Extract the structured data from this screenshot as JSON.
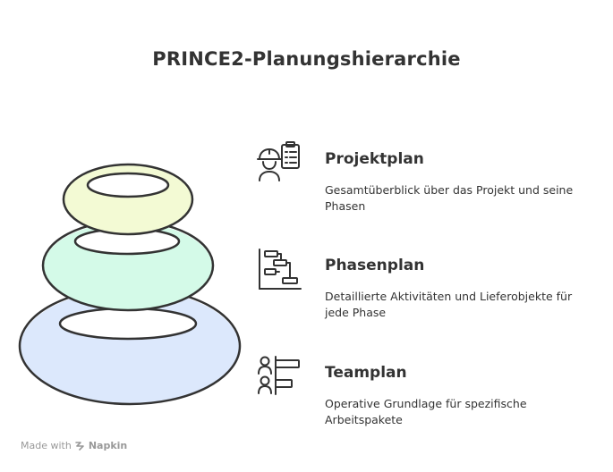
{
  "title": "PRINCE2-Planungshierarchie",
  "items": [
    {
      "title": "Projektplan",
      "desc": "Gesamtüberblick über das Projekt und seine Phasen",
      "icon": "engineer-clipboard-icon",
      "color": "#f3fad4"
    },
    {
      "title": "Phasenplan",
      "desc": "Detaillierte Aktivitäten und Lieferobjekte für jede Phase",
      "icon": "gantt-chart-icon",
      "color": "#d4fae8"
    },
    {
      "title": "Teamplan",
      "desc": "Operative Grundlage für spezifische Arbeitspakete",
      "icon": "team-assignment-icon",
      "color": "#dce8fc"
    }
  ],
  "footer": {
    "prefix": "Made with",
    "brand": "Napkin",
    "icon": "napkin-logo-icon"
  },
  "colors": {
    "stroke": "#333333",
    "text": "#333333",
    "footer": "#999999"
  }
}
